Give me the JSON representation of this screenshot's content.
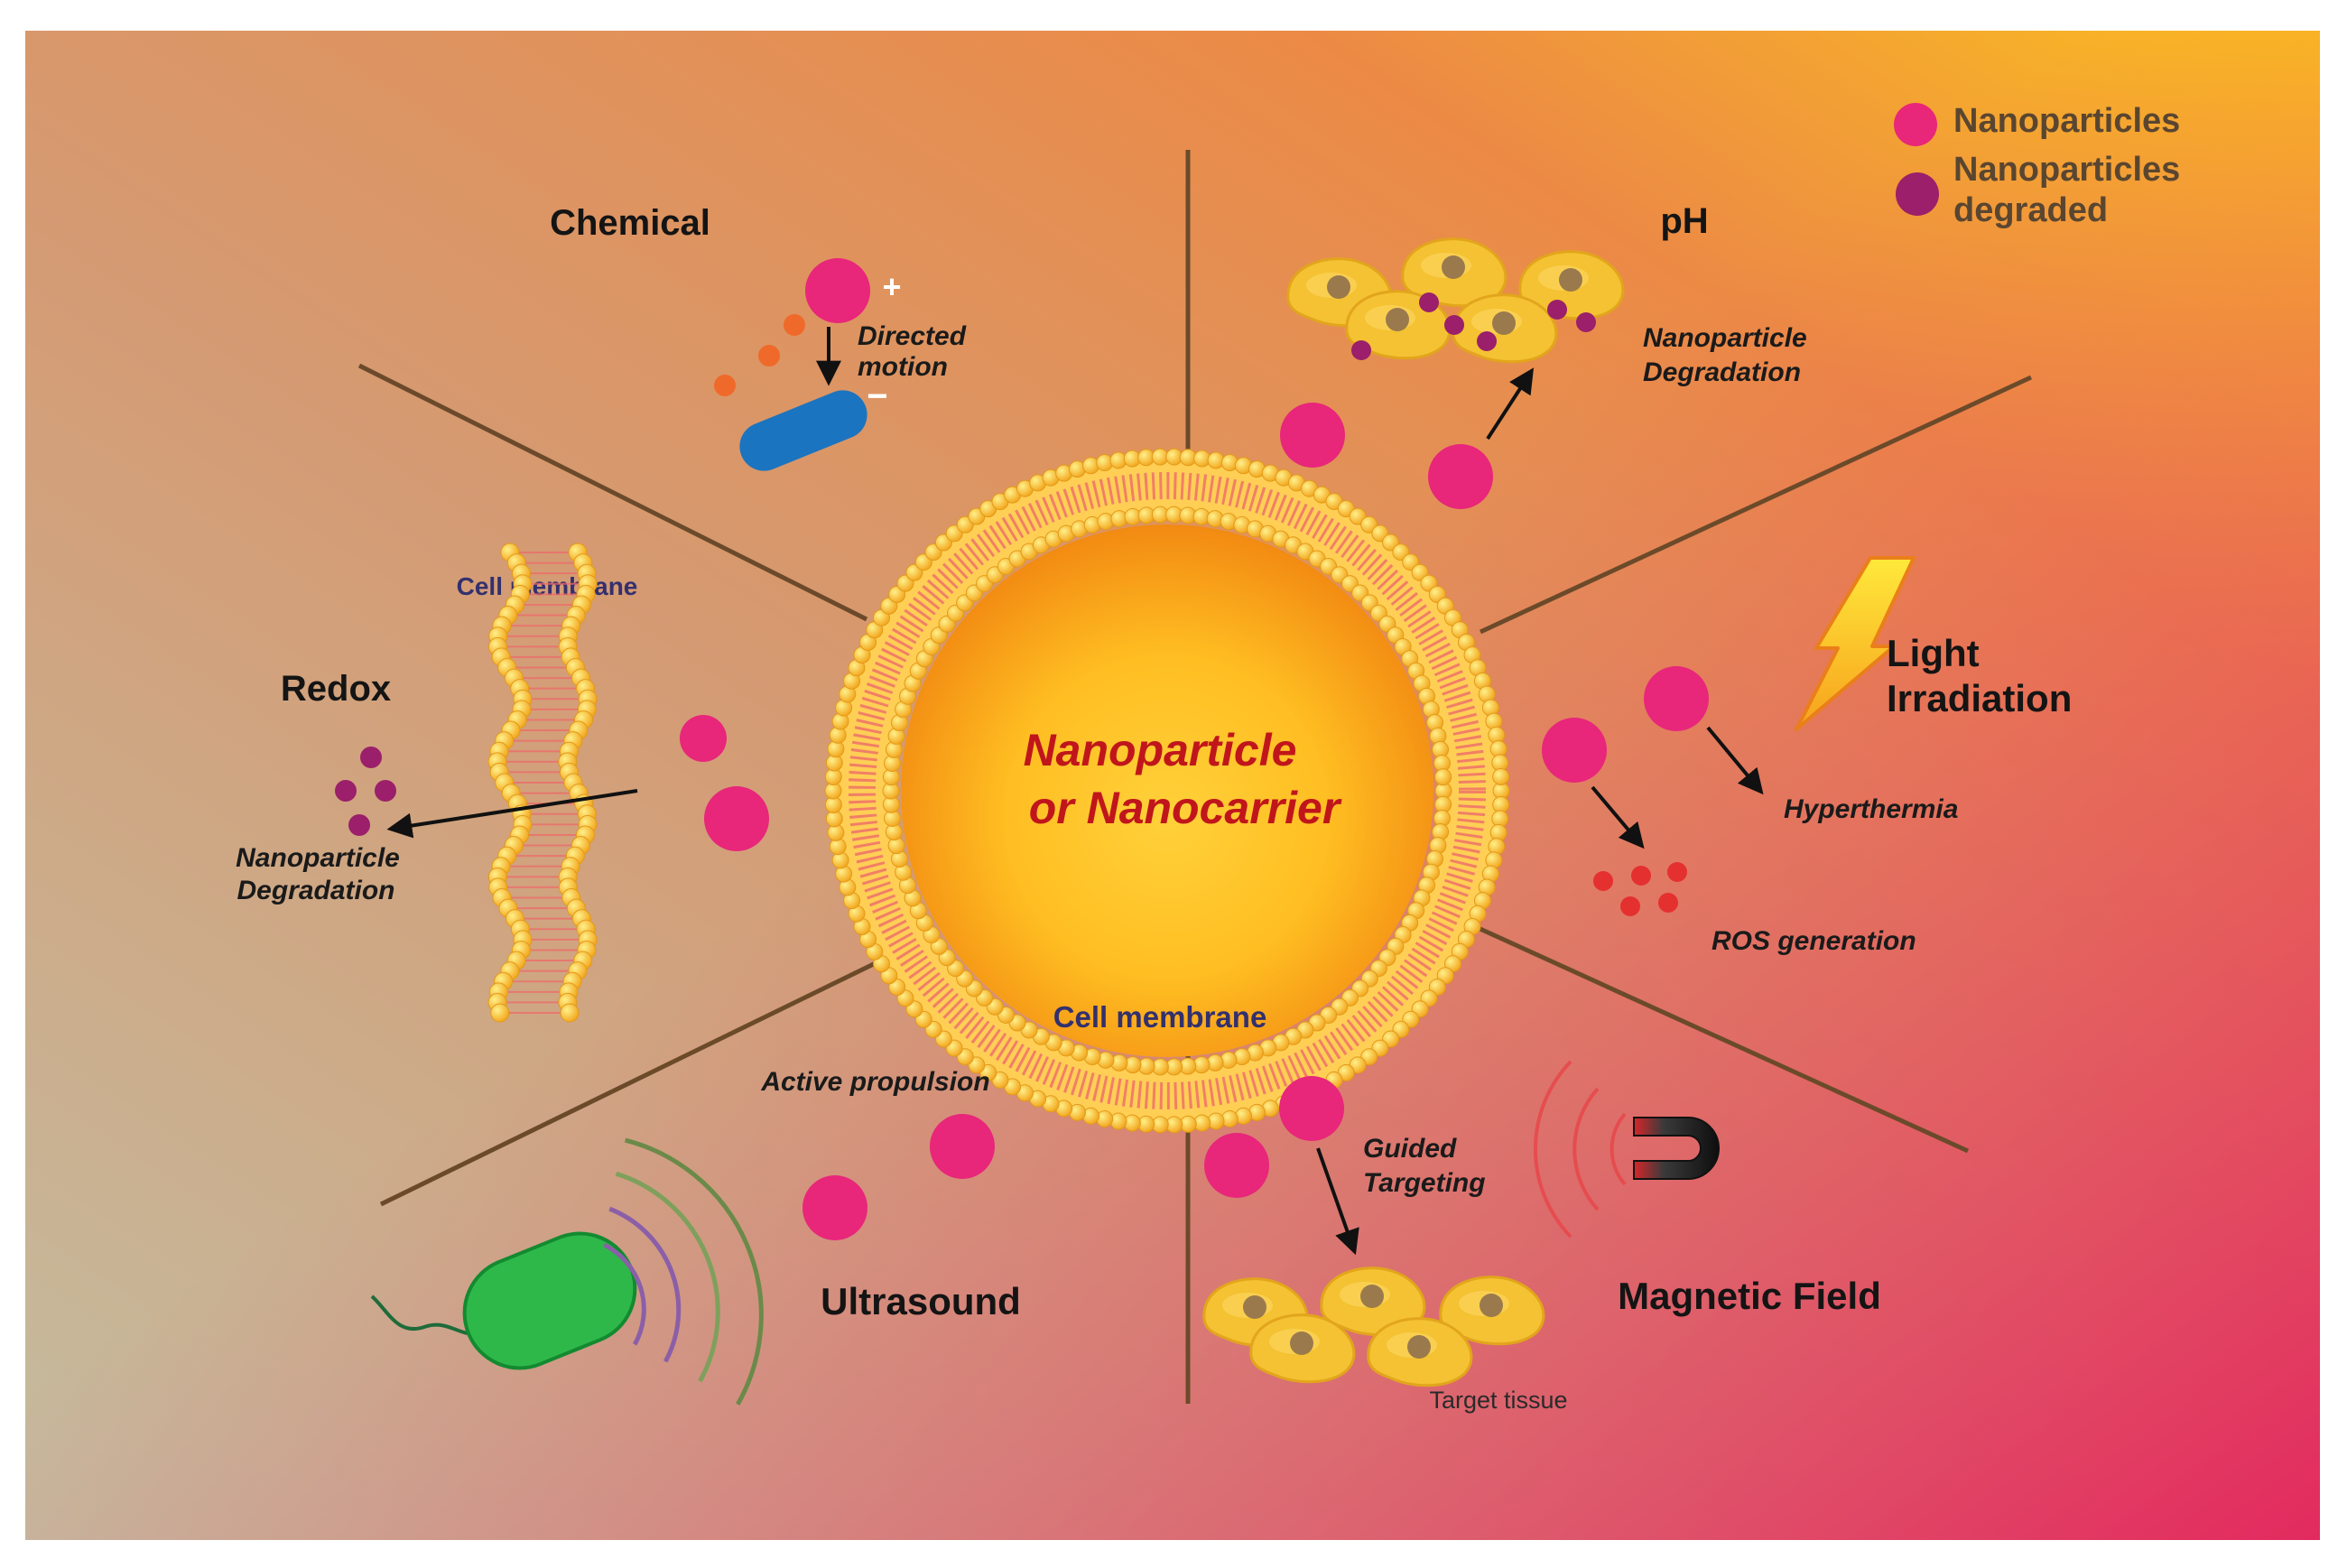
{
  "center": {
    "line1": "Nanoparticle",
    "line2": "or Nanocarrier"
  },
  "legend": {
    "nanoparticles": "Nanoparticles",
    "degraded_line1": "Nanoparticles",
    "degraded_line2": "degraded"
  },
  "sections": {
    "chemical": {
      "title": "Chemical",
      "note_line1": "Directed",
      "note_line2": "motion",
      "plus": "+",
      "minus": "−"
    },
    "ph": {
      "title": "pH",
      "note_line1": "Nanoparticle",
      "note_line2": "Degradation"
    },
    "light": {
      "title_line1": "Light",
      "title_line2": "Irradiation",
      "effect1": "Hyperthermia",
      "effect2": "ROS generation"
    },
    "redox": {
      "title": "Redox",
      "membrane": "Cell membrane",
      "note_line1": "Nanoparticle",
      "note_line2": "Degradation"
    },
    "ultrasound": {
      "title": "Ultrasound",
      "note": "Active propulsion"
    },
    "magnetic": {
      "title": "Magnetic Field",
      "note_line1": "Guided",
      "note_line2": "Targeting",
      "tissue": "Target tissue"
    },
    "core": {
      "membrane": "Cell membrane"
    }
  },
  "colors": {
    "nanoparticle": "#e8267a",
    "degraded": "#9b1f6a",
    "ros": "#e53030",
    "divider": "#6b4a2a",
    "bacterium_green": "#2fb84a",
    "rod_blue": "#1b74c0",
    "label_purple": "#33306e",
    "center_red": "#c0161b"
  },
  "icons": [
    "lightning-icon",
    "magnet-icon",
    "bacterium-icon",
    "tissue-cells-icon",
    "lipid-bilayer-icon"
  ]
}
